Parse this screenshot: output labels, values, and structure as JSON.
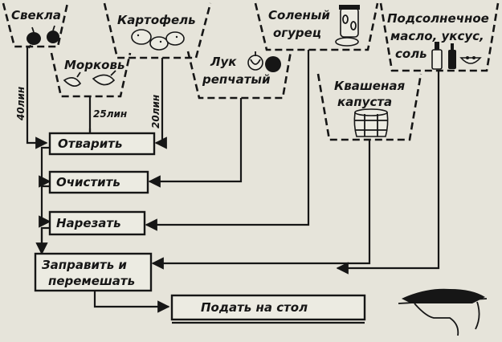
{
  "ingredients": {
    "beet": "Свекла",
    "potato": "Картофель",
    "pickle_line1": "Соленый",
    "pickle_line2": "огурец",
    "oil_line1": "Подсолнечное",
    "oil_line2": "масло, уксус,",
    "oil_line3": "соль",
    "carrot": "Морковь",
    "onion_line1": "Лук",
    "onion_line2": "репчатый",
    "sauerkraut_line1": "Квашеная",
    "sauerkraut_line2": "капуста"
  },
  "quantities": {
    "beet": "40лин",
    "carrot": "25лин",
    "potato": "20лин"
  },
  "steps": {
    "boil": "Отварить",
    "peel": "Очистить",
    "cut": "Нарезать",
    "dress_line1": "Заправить и",
    "dress_line2": "перемешать",
    "serve": "Подать на стол"
  },
  "icons": [
    "beet-icon",
    "potato-icon",
    "jar-icon",
    "carrot-icon",
    "onion-icon",
    "bottle-icon",
    "barrel-icon",
    "salad-bowl-icon",
    "hand-icon"
  ]
}
